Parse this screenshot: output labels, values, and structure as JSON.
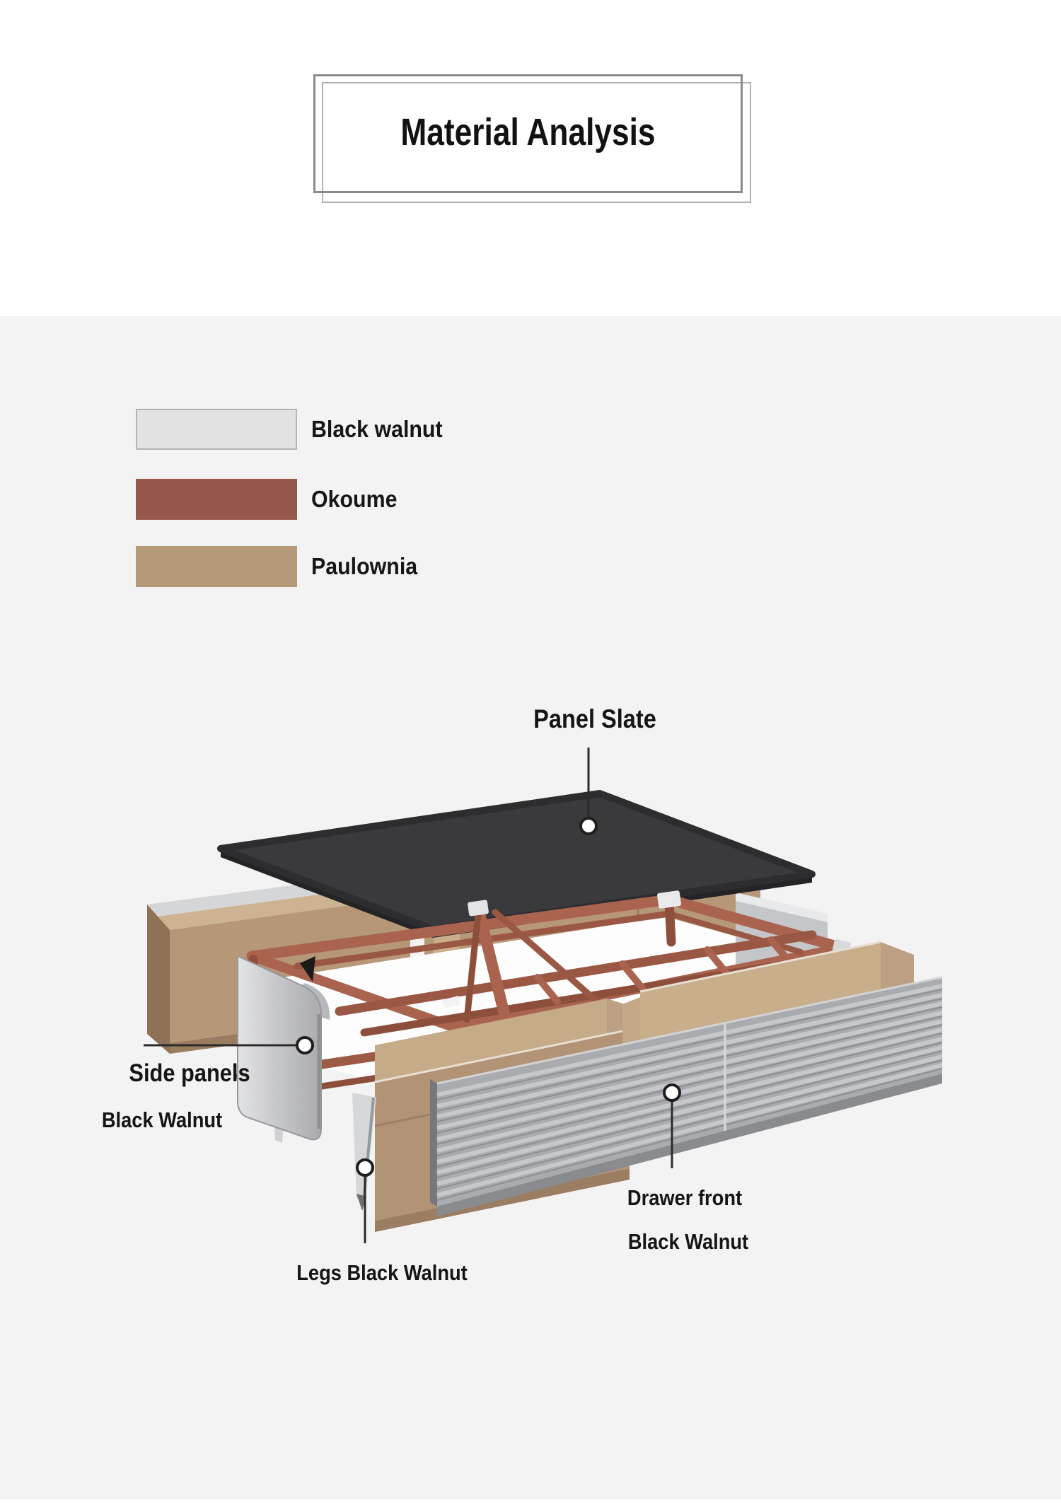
{
  "page": {
    "background_top": "#ffffff",
    "background_main": "#f4f3f3"
  },
  "title": {
    "text": "Material Analysis"
  },
  "legend": {
    "items": [
      {
        "label": "Black walnut",
        "color": "#e2e2e2"
      },
      {
        "label": "Okoume",
        "color": "#96574a"
      },
      {
        "label": "Paulownia",
        "color": "#b49a79"
      }
    ]
  },
  "diagram": {
    "type": "exploded-furniture-view",
    "annotations": [
      {
        "id": "panel-slate",
        "label": "Panel Slate"
      },
      {
        "id": "side-panels",
        "label": "Side panels",
        "sublabel": "Black Walnut"
      },
      {
        "id": "legs",
        "label": "Legs Black Walnut"
      },
      {
        "id": "drawer-front",
        "label": "Drawer front",
        "sublabel": "Black Walnut"
      }
    ],
    "materials": {
      "slate": "#3a3a3c",
      "okoume": "#a9634e",
      "okoume-dark": "#8d4e3c",
      "paulownia": "#b69777",
      "paulownia-light": "#cdb391",
      "walnut-gray": "#c5c6c9"
    }
  }
}
